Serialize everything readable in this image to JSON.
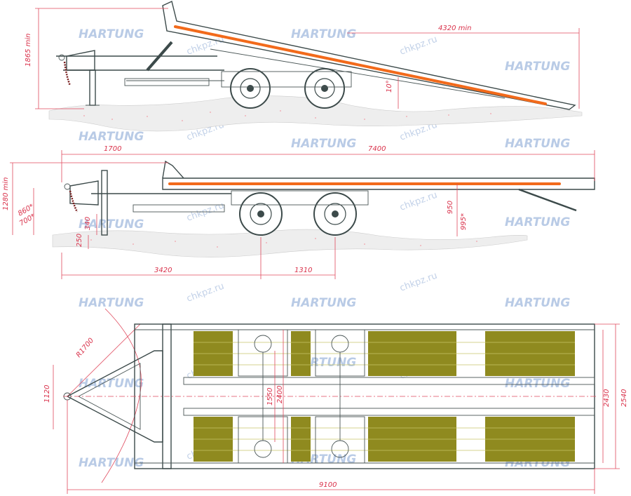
{
  "watermark": {
    "brand": "HARTUNG",
    "site": "chkpz.ru"
  },
  "colors": {
    "dimension": "#d9314a",
    "stripe": "#f26a1b",
    "deck": "#8f8a1f",
    "frame": "#3c4a4a",
    "watermark": "#b9cbe6"
  },
  "top_view": {
    "dims": {
      "height": "1865 min",
      "length": "4320 min",
      "angle": "10°"
    }
  },
  "side_view": {
    "dims": {
      "front": "1700",
      "main": "7400",
      "height": "1280 min",
      "hitch_high": "860*",
      "hitch_low": "700*",
      "support": "340",
      "ground": "250",
      "deck_h": "950",
      "deck_h2": "995*",
      "axle_pos": "3420",
      "axle_spacing": "1310"
    }
  },
  "plan_view": {
    "dims": {
      "radius": "R1700",
      "drawbar_width": "1120",
      "wheel_inner": "1550",
      "track": "2400",
      "deck_width": "2430",
      "overall_width": "2540",
      "overall_length": "9100"
    }
  }
}
